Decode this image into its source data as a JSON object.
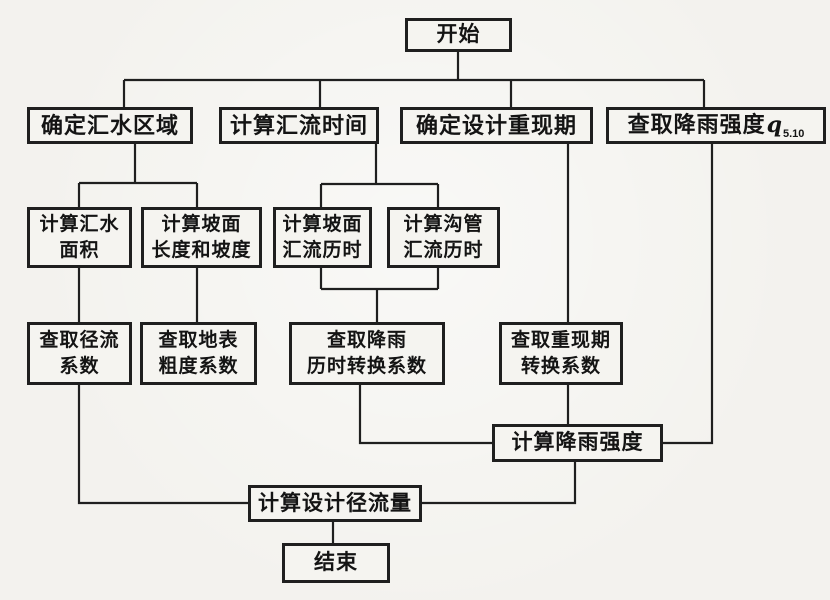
{
  "colors": {
    "background": "#f3f2ee",
    "line": "#1f1f1f",
    "text": "#141414"
  },
  "nodes": {
    "start": {
      "label": "开始"
    },
    "determine_catchment": {
      "label": "确定汇水区域"
    },
    "calc_confluence_time": {
      "label": "计算汇流时间"
    },
    "determine_return_period": {
      "label": "确定设计重现期"
    },
    "lookup_rain_intensity": {
      "label": "查取降雨强度",
      "symbol": "q",
      "subscript": "5.10"
    },
    "calc_catchment_area": {
      "lines": [
        "计算汇水",
        "面积"
      ]
    },
    "calc_slope_length": {
      "lines": [
        "计算坡面",
        "长度和坡度"
      ]
    },
    "calc_slope_confluence": {
      "lines": [
        "计算坡面",
        "汇流历时"
      ]
    },
    "calc_pipe_confluence": {
      "lines": [
        "计算沟管",
        "汇流历时"
      ]
    },
    "lookup_runoff_coeff": {
      "lines": [
        "查取径流",
        "系数"
      ]
    },
    "lookup_roughness_coeff": {
      "lines": [
        "查取地表",
        "粗度系数"
      ]
    },
    "lookup_duration_conversion": {
      "lines": [
        "查取降雨",
        "历时转换系数"
      ]
    },
    "lookup_period_conversion": {
      "lines": [
        "查取重现期",
        "转换系数"
      ]
    },
    "calc_rain_intensity": {
      "label": "计算降雨强度"
    },
    "calc_design_runoff": {
      "label": "计算设计径流量"
    },
    "end": {
      "label": "结束"
    }
  },
  "edges": [
    {
      "from": "start",
      "to": "determine_catchment"
    },
    {
      "from": "start",
      "to": "calc_confluence_time"
    },
    {
      "from": "start",
      "to": "determine_return_period"
    },
    {
      "from": "start",
      "to": "lookup_rain_intensity"
    },
    {
      "from": "determine_catchment",
      "to": "calc_catchment_area"
    },
    {
      "from": "determine_catchment",
      "to": "calc_slope_length"
    },
    {
      "from": "calc_confluence_time",
      "to": "calc_slope_confluence"
    },
    {
      "from": "calc_confluence_time",
      "to": "calc_pipe_confluence"
    },
    {
      "from": "calc_catchment_area",
      "to": "lookup_runoff_coeff"
    },
    {
      "from": "calc_slope_length",
      "to": "lookup_roughness_coeff"
    },
    {
      "from": "calc_slope_confluence",
      "to": "lookup_duration_conversion"
    },
    {
      "from": "calc_pipe_confluence",
      "to": "lookup_duration_conversion"
    },
    {
      "from": "determine_return_period",
      "to": "lookup_period_conversion"
    },
    {
      "from": "lookup_period_conversion",
      "to": "calc_rain_intensity"
    },
    {
      "from": "lookup_duration_conversion",
      "to": "calc_rain_intensity"
    },
    {
      "from": "lookup_rain_intensity",
      "to": "calc_rain_intensity"
    },
    {
      "from": "calc_rain_intensity",
      "to": "calc_design_runoff"
    },
    {
      "from": "lookup_runoff_coeff",
      "to": "calc_design_runoff"
    },
    {
      "from": "calc_design_runoff",
      "to": "end"
    }
  ]
}
